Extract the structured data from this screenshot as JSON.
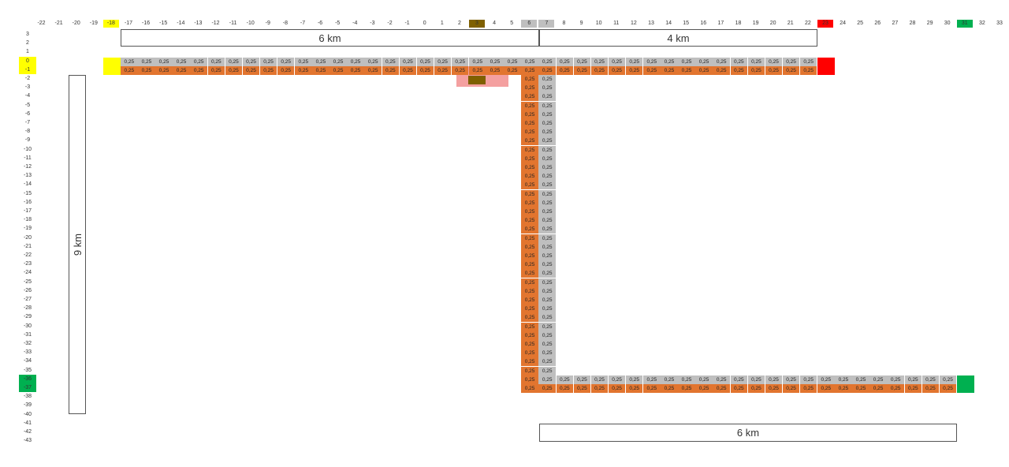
{
  "grid": {
    "col_labels_left": [
      "-22",
      "-21",
      "-20",
      "-19",
      "-18",
      "-17",
      "-16",
      "-15",
      "-14",
      "-13",
      "-12",
      "-11",
      "-10",
      "-9",
      "-8",
      "-7",
      "-6",
      "-5",
      "-4",
      "-3",
      "-2",
      "-1",
      "0",
      "1",
      "2",
      "3",
      "4",
      "5",
      "6",
      "7",
      "8",
      "9",
      "10",
      "11",
      "12",
      "13",
      "14",
      "15",
      "16",
      "17",
      "18",
      "19",
      "20",
      "21",
      "22",
      "23",
      "24",
      "25",
      "26",
      "27",
      "28",
      "29",
      "30",
      "31",
      "32",
      "33"
    ],
    "row_labels": [
      "3",
      "2",
      "1",
      "0",
      "-1",
      "-2",
      "-3",
      "-4",
      "-5",
      "-6",
      "-7",
      "-8",
      "-9",
      "-10",
      "-11",
      "-12",
      "-13",
      "-14",
      "-15",
      "-16",
      "-17",
      "-18",
      "-19",
      "-20",
      "-21",
      "-22",
      "-23",
      "-24",
      "-25",
      "-26",
      "-27",
      "-28",
      "-29",
      "-30",
      "-31",
      "-32",
      "-33",
      "-34",
      "-35",
      "-36",
      "-37",
      "-38",
      "-39",
      "-40",
      "-41",
      "-42",
      "-43"
    ],
    "cell_value": "0,25",
    "highlight_colors": {
      "yellow": "#ffff00",
      "brown": "#7f6000",
      "gray": "#bfbfbf",
      "red": "#ff0000",
      "green": "#00b050",
      "orange": "#e2752f",
      "pink": "#f4a0a0"
    }
  },
  "distances": {
    "top_left": "6 km",
    "top_right": "4 km",
    "bottom": "6 km",
    "left_vertical": "9 km"
  }
}
